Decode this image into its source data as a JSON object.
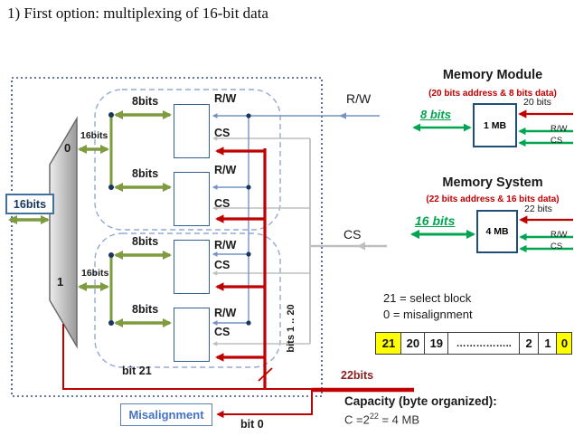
{
  "title": "1) First option: multiplexing of 16-bit data",
  "colors": {
    "olive_green": "#7E9B3F",
    "bright_green": "#00A550",
    "red": "#C00000",
    "dark_red": "#8B2121",
    "blue": "#4472C4",
    "steel_blue": "#7593C6",
    "gray": "#BFBFBF",
    "navy": "#17375E",
    "yellow": "#FFFF00"
  },
  "diagram": {
    "input_label": "16bits",
    "mux": {
      "output0": "0",
      "output1": "1"
    },
    "bus16_label": "16bits",
    "bus8_label": "8bits",
    "rw_label": "R/W",
    "cs_label": "CS",
    "ext_rw_label": "R/W",
    "ext_cs_label": "CS",
    "bits_bus_label": "bits 1 .. 20",
    "bit21_label": "bit 21",
    "bit0_label": "bit 0",
    "bus22_label": "22bits",
    "misalignment_label": "Misalignment"
  },
  "memory_module": {
    "title": "Memory Module",
    "subtitle": "(20 bits address & 8 bits data)",
    "data_label": "8 bits",
    "box_label": "1 MB",
    "addr_label": "20 bits",
    "rw_label": "R/W",
    "cs_label": "CS"
  },
  "memory_system": {
    "title": "Memory System",
    "subtitle": "(22 bits address & 16 bits data)",
    "data_label": "16 bits",
    "box_label": "4 MB",
    "addr_label": "22 bits",
    "rw_label": "R/W",
    "cs_label": "CS"
  },
  "bit_legend": {
    "select_note": "21 = select block",
    "misalign_note": "0 = misalignment",
    "cells": [
      "21",
      "20",
      "19",
      "……………..",
      "2",
      "1",
      "0"
    ]
  },
  "capacity": {
    "heading": "Capacity (byte organized):",
    "formula_base": "C =2",
    "formula_exponent": "22",
    "formula_result": " = 4 MB"
  }
}
